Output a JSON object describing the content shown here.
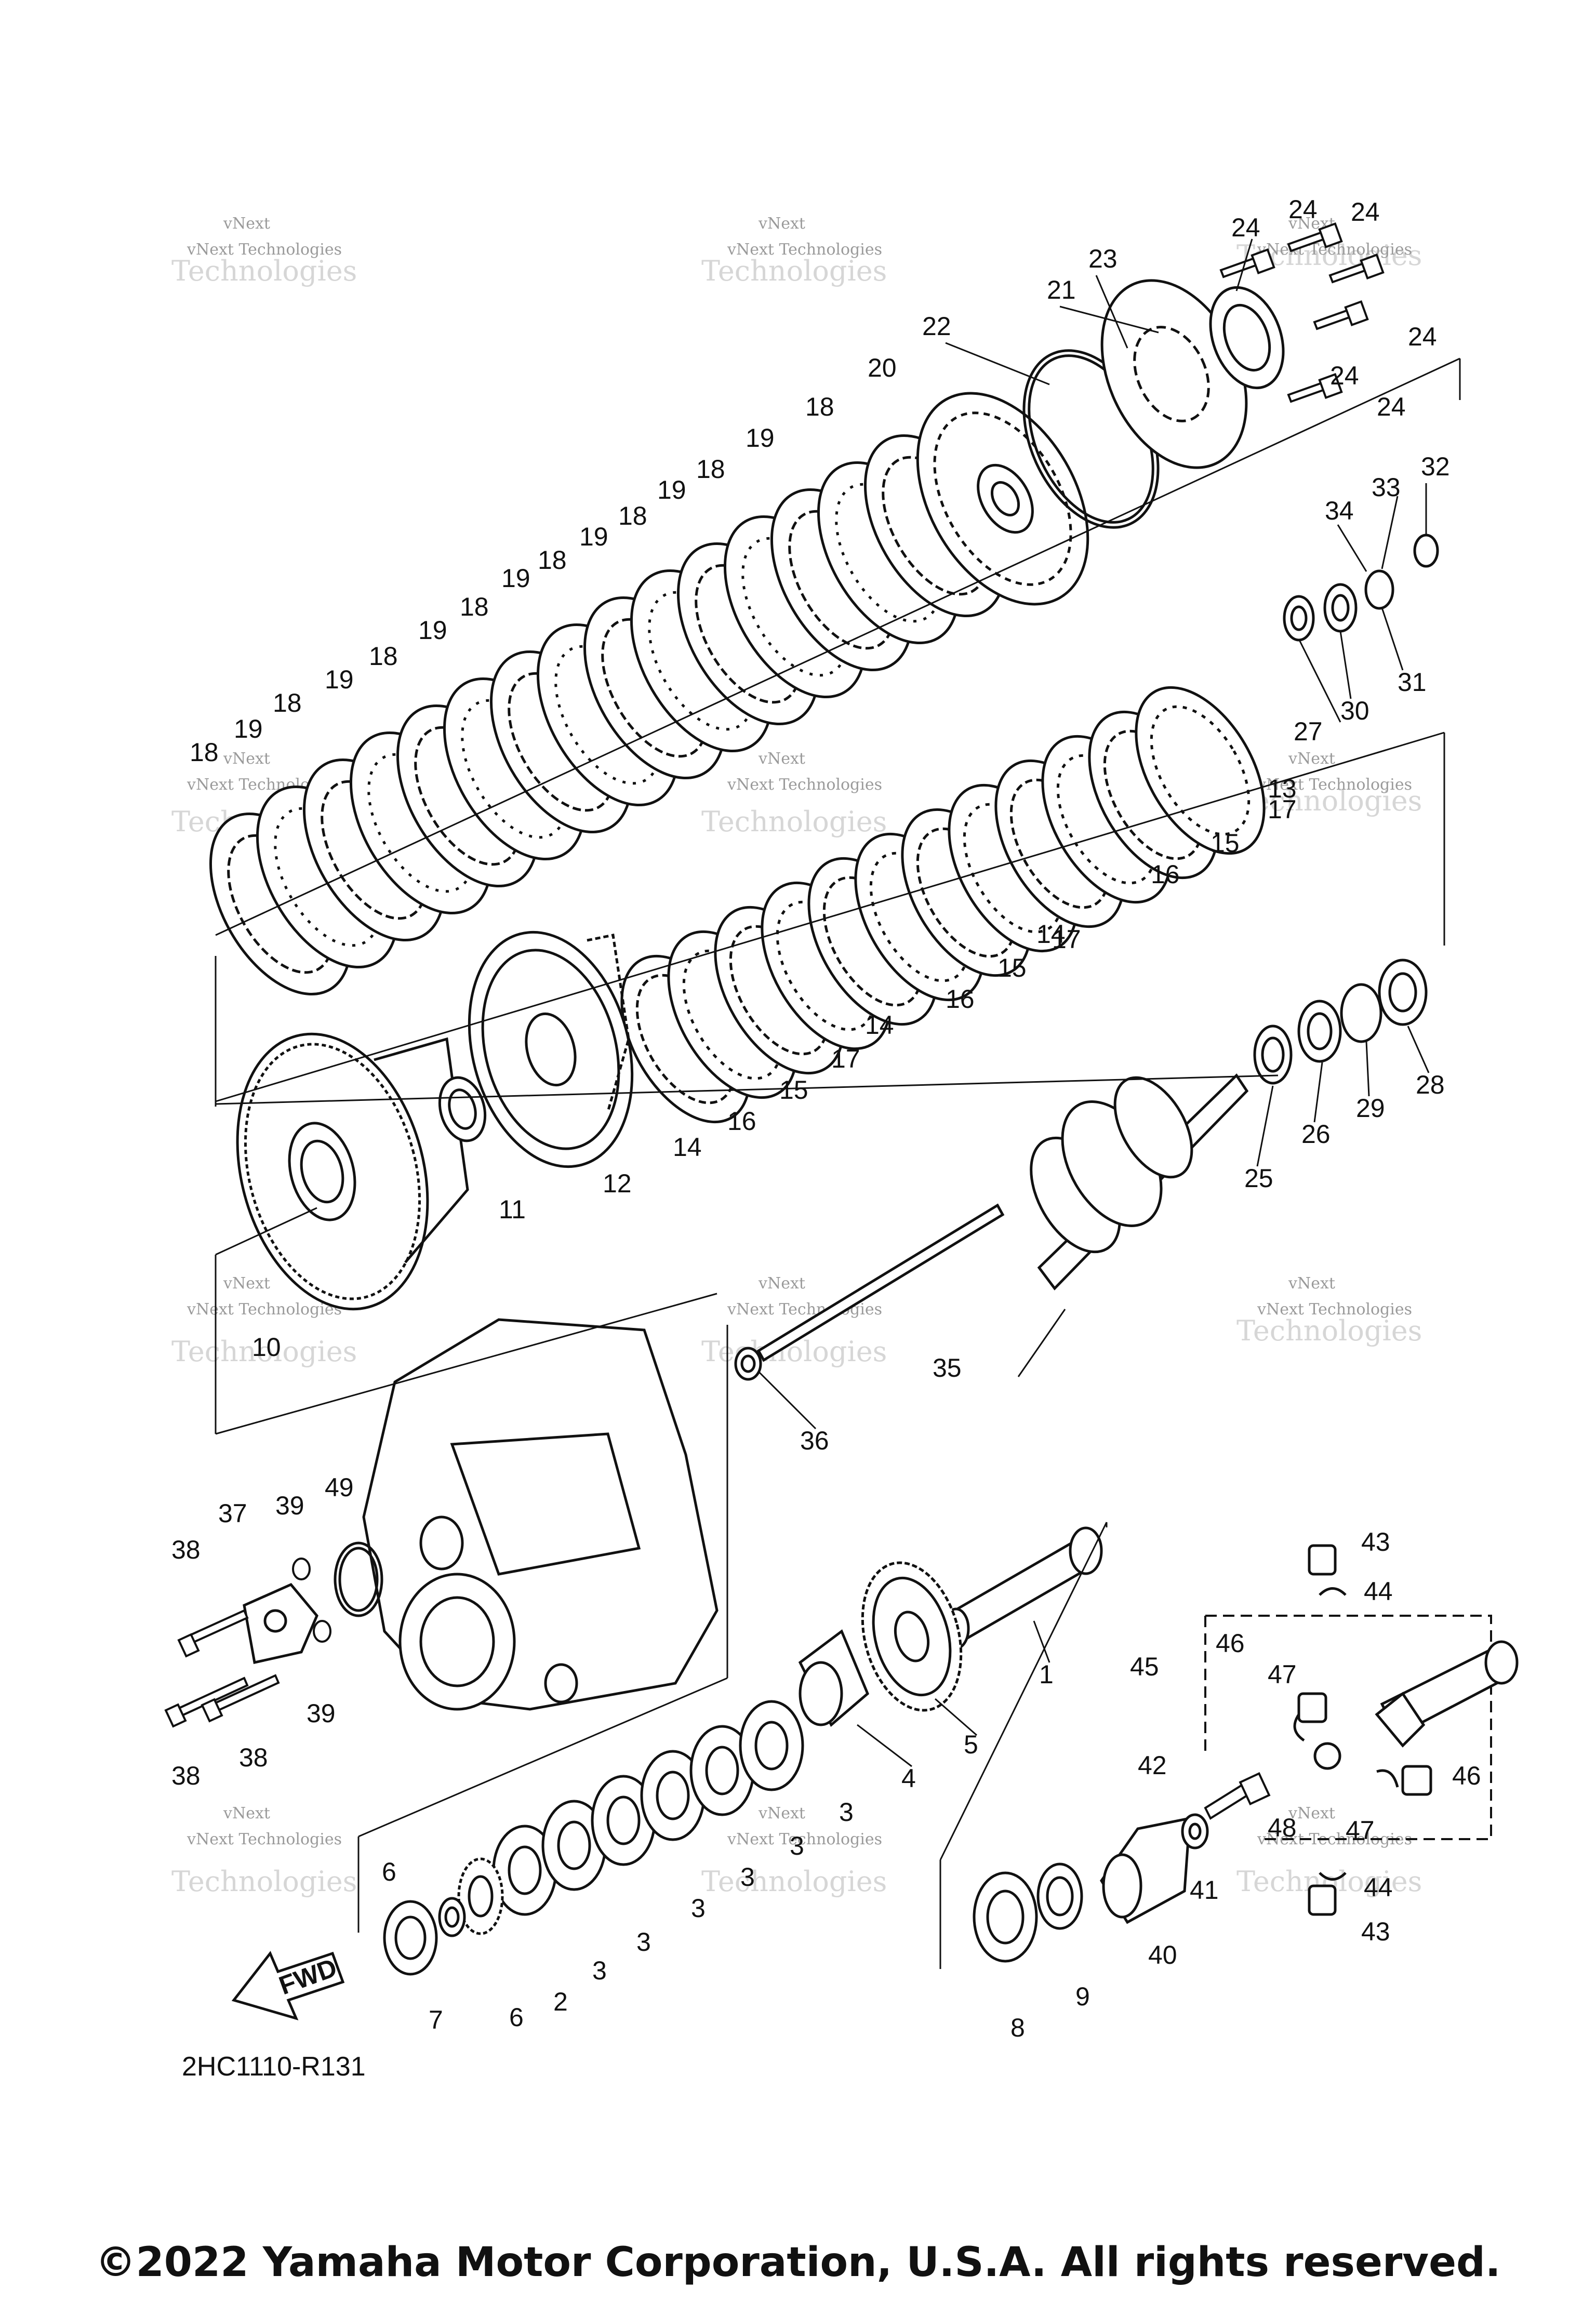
{
  "diagram": {
    "code": "2HC1110-R131",
    "fwd_label": "FWD",
    "copyright": "©2022 Yamaha Motor Corporation, U.S.A. All rights reserved.",
    "watermark": {
      "line1": "vNext",
      "line2": "vNext Technologies",
      "line3": "Technologies"
    },
    "callouts": [
      "1",
      "2",
      "3",
      "4",
      "5",
      "6",
      "7",
      "8",
      "9",
      "10",
      "11",
      "12",
      "13",
      "14",
      "15",
      "16",
      "17",
      "18",
      "19",
      "20",
      "21",
      "22",
      "23",
      "24",
      "25",
      "26",
      "27",
      "28",
      "29",
      "30",
      "31",
      "32",
      "33",
      "34",
      "35",
      "36",
      "37",
      "38",
      "39",
      "40",
      "41",
      "42",
      "43",
      "44",
      "45",
      "46",
      "47",
      "48",
      "49"
    ]
  }
}
